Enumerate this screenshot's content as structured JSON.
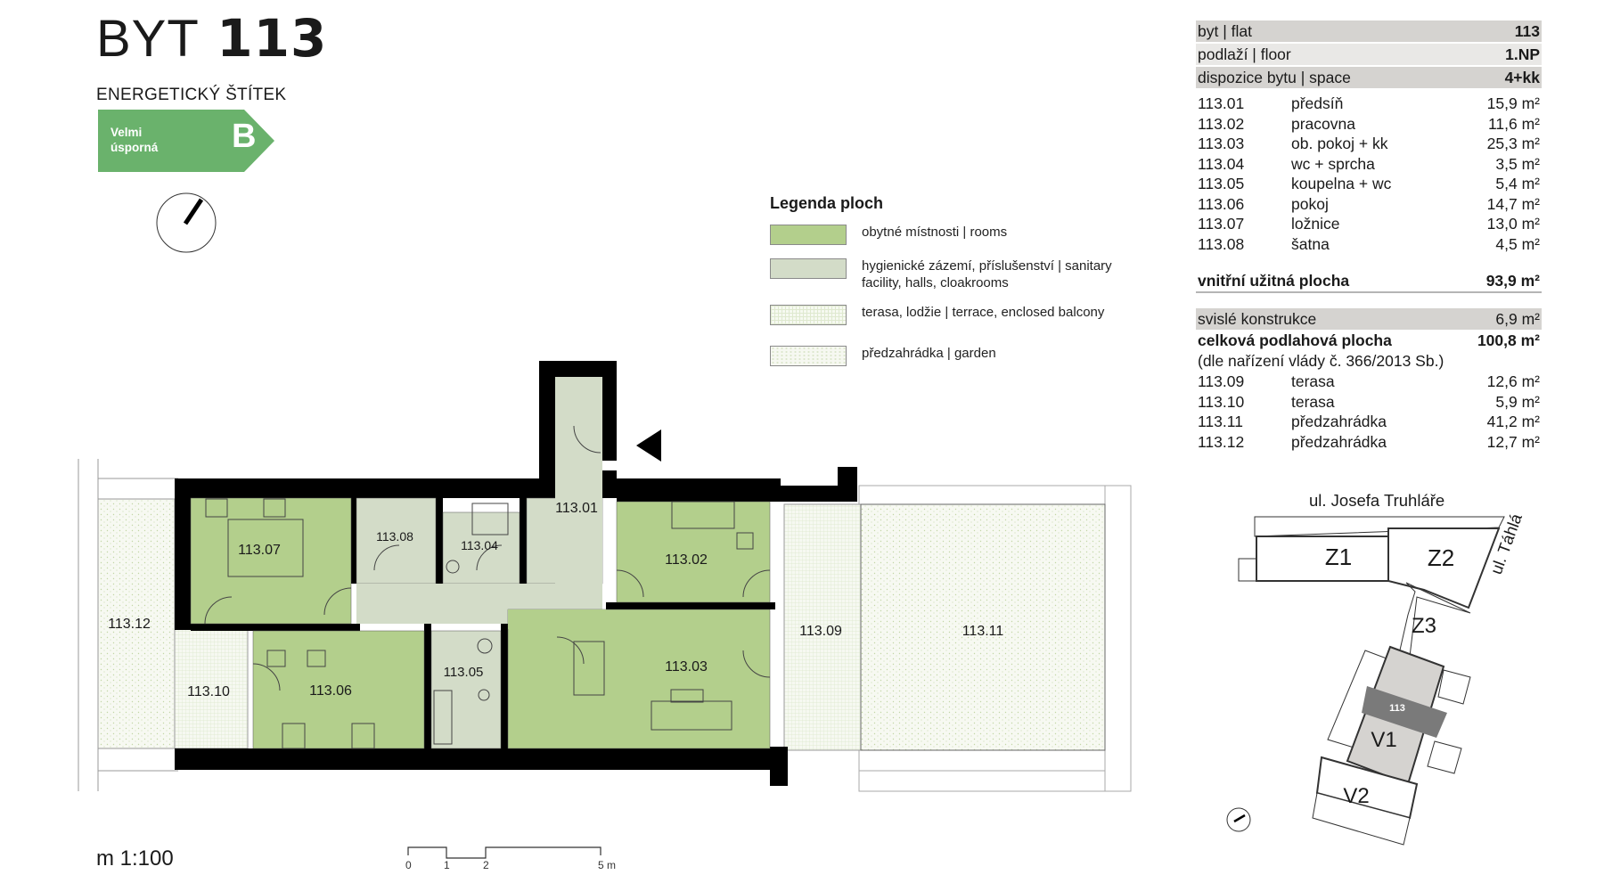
{
  "header": {
    "title_prefix": "BYT",
    "title_number": "113"
  },
  "energy": {
    "heading": "ENERGETICKÝ ŠTÍTEK",
    "label_line1": "Velmi",
    "label_line2": "úsporná",
    "class": "B",
    "color": "#6ab26c"
  },
  "legend": {
    "title": "Legenda ploch",
    "items": [
      {
        "label": "obytné místnosti | rooms",
        "color": "#b3cf8c"
      },
      {
        "label": "hygienické zázemí, příslušenství | sanitary facility, halls, cloakrooms",
        "color": "#d3dcc8"
      },
      {
        "label": "terasa, lodžie | terrace, enclosed balcony",
        "color": "#eef3e6"
      },
      {
        "label": "předzahrádka | garden",
        "color": "#f3f6ee"
      }
    ]
  },
  "info": {
    "flat_label": "byt | flat",
    "flat_value": "113",
    "floor_label": "podlaží | floor",
    "floor_value": "1.NP",
    "space_label": "dispozice bytu | space",
    "space_value": "4+kk",
    "rooms": [
      {
        "code": "113.01",
        "name": "předsíň",
        "area": "15,9 m²"
      },
      {
        "code": "113.02",
        "name": "pracovna",
        "area": "11,6 m²"
      },
      {
        "code": "113.03",
        "name": "ob. pokoj + kk",
        "area": "25,3 m²"
      },
      {
        "code": "113.04",
        "name": "wc + sprcha",
        "area": "3,5 m²"
      },
      {
        "code": "113.05",
        "name": "koupelna + wc",
        "area": "5,4 m²"
      },
      {
        "code": "113.06",
        "name": "pokoj",
        "area": "14,7 m²"
      },
      {
        "code": "113.07",
        "name": "ložnice",
        "area": "13,0 m²"
      },
      {
        "code": "113.08",
        "name": "šatna",
        "area": "4,5 m²"
      }
    ],
    "usable_label": "vnitřní užitná plocha",
    "usable_value": "93,9 m²",
    "vertical_label": "svislé konstrukce",
    "vertical_value": "6,9 m²",
    "total_label": "celková podlahová plocha",
    "total_value": "100,8 m²",
    "note": "(dle nařízení vlády č. 366/2013 Sb.)",
    "outdoor": [
      {
        "code": "113.09",
        "name": "terasa",
        "area": "12,6 m²"
      },
      {
        "code": "113.10",
        "name": "terasa",
        "area": "5,9 m²"
      },
      {
        "code": "113.11",
        "name": "předzahrádka",
        "area": "41,2 m²"
      },
      {
        "code": "113.12",
        "name": "předzahrádka",
        "area": "12,7 m²"
      }
    ]
  },
  "plan": {
    "labels": {
      "r01": "113.01",
      "r02": "113.02",
      "r03": "113.03",
      "r04": "113.04",
      "r05": "113.05",
      "r06": "113.06",
      "r07": "113.07",
      "r08": "113.08",
      "r09": "113.09",
      "r10": "113.10",
      "r11": "113.11",
      "r12": "113.12"
    },
    "scale_text": "m 1:100",
    "scale_ticks": [
      "0",
      "1",
      "2",
      "5 m"
    ]
  },
  "sitemap": {
    "street_north": "ul. Josefa Truhláře",
    "street_east": "ul. Táhlá",
    "buildings": [
      "Z1",
      "Z2",
      "Z3",
      "V1",
      "V2"
    ],
    "highlight": "113"
  }
}
